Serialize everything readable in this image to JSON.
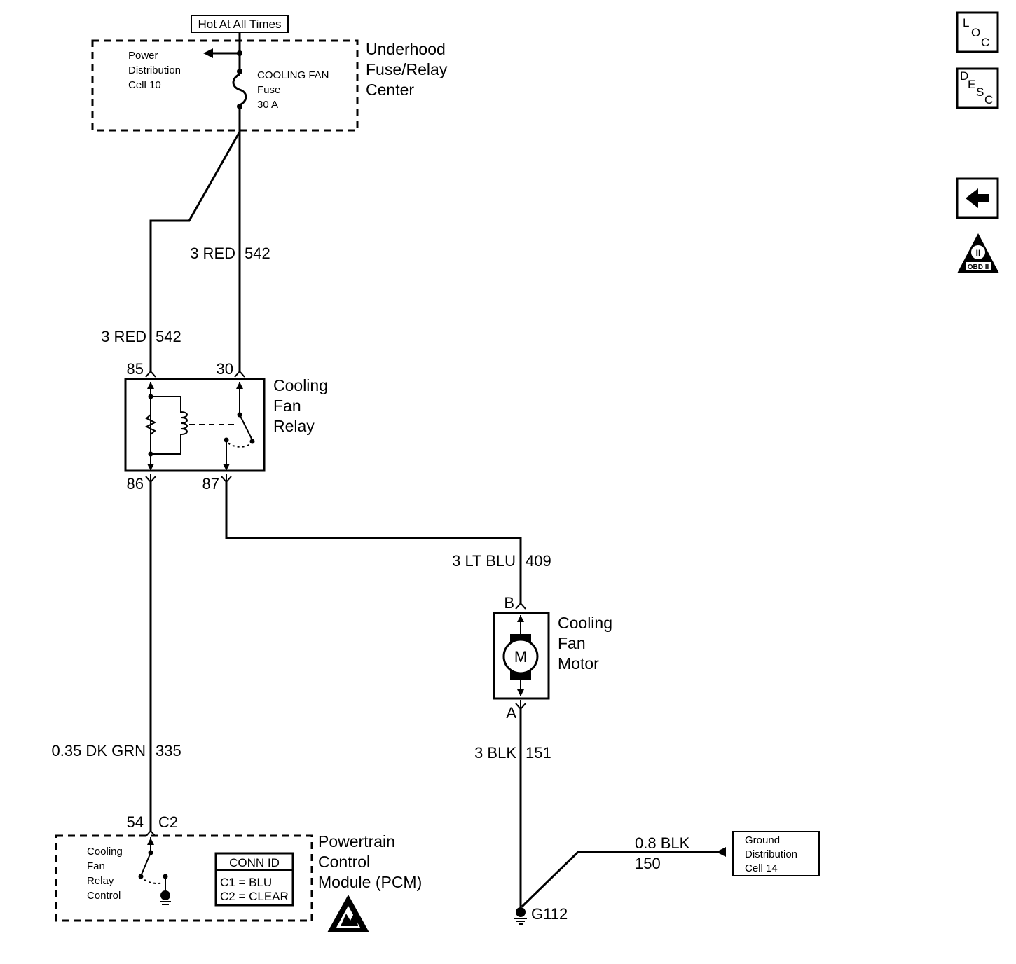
{
  "hot_label": "Hot At All Times",
  "underhood": {
    "lines": [
      "Underhood",
      "Fuse/Relay",
      "Center"
    ],
    "power_dist": [
      "Power",
      "Distribution",
      "Cell 10"
    ],
    "fuse": [
      "COOLING FAN",
      "Fuse",
      "30 A"
    ]
  },
  "wires": {
    "w542_upper": "3 RED",
    "w542_upper_num": "542",
    "w542_lower": "3 RED",
    "w542_lower_num": "542",
    "w409": "3 LT BLU",
    "w409_num": "409",
    "w335": "0.35 DK GRN",
    "w335_num": "335",
    "w151": "3 BLK",
    "w151_num": "151",
    "w150": "0.8 BLK",
    "w150_num": "150"
  },
  "relay": {
    "lines": [
      "Cooling",
      "Fan",
      "Relay"
    ],
    "pins": {
      "p85": "85",
      "p30": "30",
      "p86": "86",
      "p87": "87"
    }
  },
  "motor": {
    "lines": [
      "Cooling",
      "Fan",
      "Motor"
    ],
    "pin_b": "B",
    "pin_a": "A",
    "symbol": "M"
  },
  "pcm": {
    "lines": [
      "Powertrain",
      "Control",
      "Module (PCM)"
    ],
    "pin": "54",
    "conn": "C2",
    "relay_ctrl": [
      "Cooling",
      "Fan",
      "Relay",
      "Control"
    ],
    "conn_id": {
      "title": "CONN ID",
      "c1": "C1 = BLU",
      "c2": "C2 = CLEAR"
    }
  },
  "ground": {
    "label": "G112",
    "dist": [
      "Ground",
      "Distribution",
      "Cell 14"
    ]
  },
  "nav": {
    "loc": [
      "L",
      "O",
      "C"
    ],
    "desc": [
      "D",
      "E",
      "S",
      "C"
    ],
    "obd": "OBD II",
    "obd_roman": "II"
  }
}
